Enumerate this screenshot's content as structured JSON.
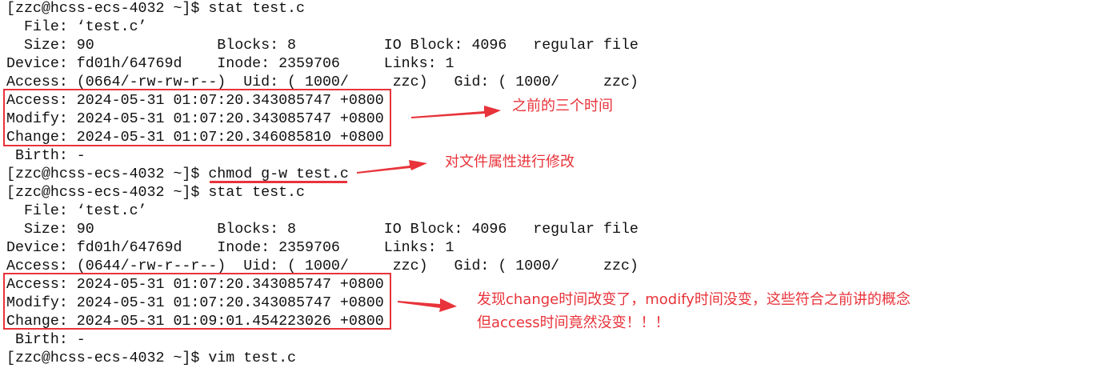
{
  "terminal": {
    "lines": [
      "[zzc@hcss-ecs-4032 ~]$ stat test.c",
      "  File: ‘test.c’",
      "  Size: 90              Blocks: 8          IO Block: 4096   regular file",
      "Device: fd01h/64769d    Inode: 2359706     Links: 1",
      "Access: (0664/-rw-rw-r--)  Uid: ( 1000/     zzc)   Gid: ( 1000/     zzc)",
      "Access: 2024-05-31 01:07:20.343085747 +0800",
      "Modify: 2024-05-31 01:07:20.343085747 +0800",
      "Change: 2024-05-31 01:07:20.346085810 +0800",
      " Birth: -",
      "[zzc@hcss-ecs-4032 ~]$ chmod g-w test.c",
      "[zzc@hcss-ecs-4032 ~]$ stat test.c",
      "  File: ‘test.c’",
      "  Size: 90              Blocks: 8          IO Block: 4096   regular file",
      "Device: fd01h/64769d    Inode: 2359706     Links: 1",
      "Access: (0644/-rw-r--r--)  Uid: ( 1000/     zzc)   Gid: ( 1000/     zzc)",
      "Access: 2024-05-31 01:07:20.343085747 +0800",
      "Modify: 2024-05-31 01:07:20.343085747 +0800",
      "Change: 2024-05-31 01:09:01.454223026 +0800",
      " Birth: -",
      "[zzc@hcss-ecs-4032 ~]$ vim test.c"
    ]
  },
  "annotations": {
    "note1": "之前的三个时间",
    "note2": "对文件属性进行修改",
    "note3_line1": "发现change时间改变了，modify时间没变，这些符合之前讲的概念",
    "note3_line2": "但access时间竟然没变！！！"
  },
  "colors": {
    "annotation": "#e8333a",
    "terminal_text": "#111111",
    "background": "#ffffff"
  }
}
